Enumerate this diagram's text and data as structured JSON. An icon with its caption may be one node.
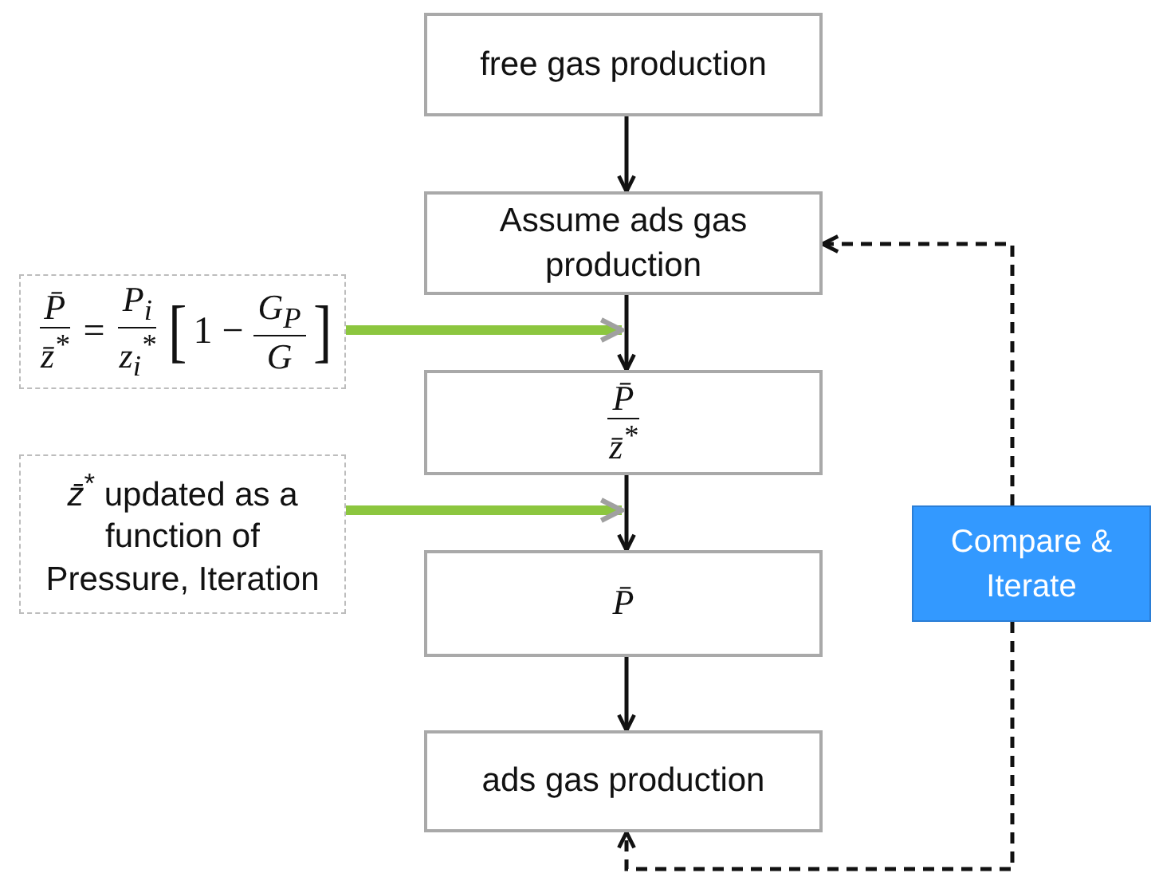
{
  "diagram": {
    "nodes": [
      {
        "text": [
          "free gas production"
        ]
      },
      {
        "text": [
          "Assume ads gas production"
        ]
      },
      {
        "text": [
          "P̄",
          "z̄$^{*}$"
        ]
      },
      {
        "text": [
          "P̄"
        ]
      },
      {
        "text": [
          "ads gas production"
        ]
      },
      {
        "text": [
          "P̄",
          "z̄$^{*}$",
          "=",
          "P$_{i}$",
          "z$_{i}$$^{*}$",
          "[",
          "1 −",
          "G$_{P}$",
          "G",
          "]"
        ]
      },
      {
        "text": [
          "*z̄*$^{*}$ updated as a function of Pressure, Iteration"
        ]
      },
      {
        "text": [
          "Compare & Iterate"
        ]
      }
    ],
    "edges": [
      {
        "from": 0,
        "to": 1,
        "arrow": "to"
      },
      {
        "from": 1,
        "to": 2,
        "arrow": "to"
      },
      {
        "from": 2,
        "to": 3,
        "arrow": "to"
      },
      {
        "from": 3,
        "to": 4,
        "arrow": "to"
      },
      {
        "from": 5,
        "to": 1,
        "arrow": "to",
        "style": "thick",
        "color": "#8cc63f"
      },
      {
        "from": 6,
        "to": 2,
        "arrow": "to",
        "style": "thick",
        "color": "#8cc63f"
      },
      {
        "from": 7,
        "to": 1,
        "arrow": "to",
        "style": "dashed"
      },
      {
        "from": 7,
        "to": 4,
        "arrow": "to",
        "style": "dashed"
      }
    ]
  }
}
